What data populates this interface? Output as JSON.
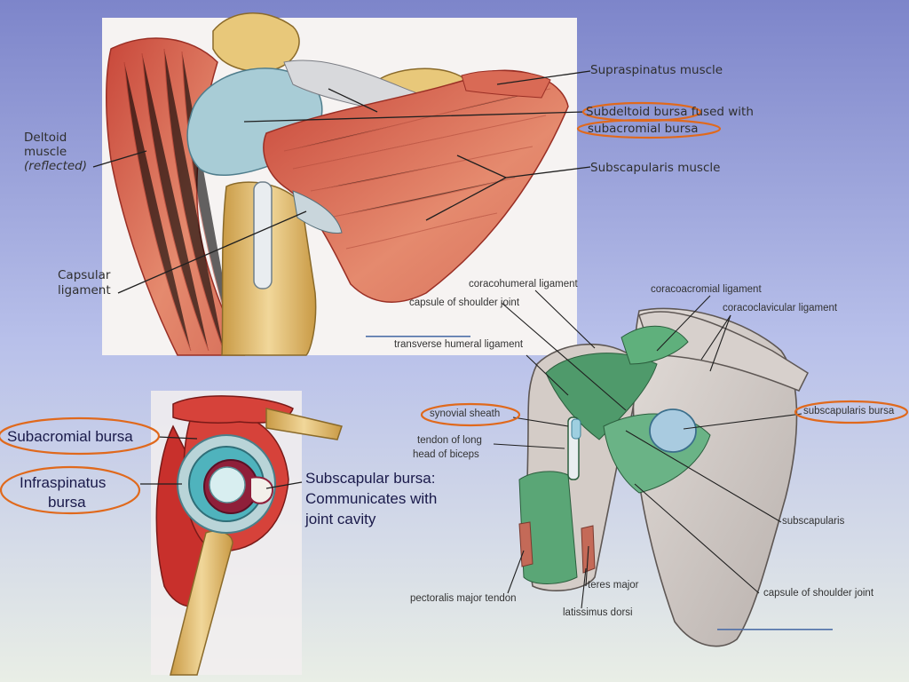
{
  "background": {
    "top": "#7f87cb",
    "bottom": "#e7ece6"
  },
  "accent": {
    "circle": "#e0691c"
  },
  "panel_top": {
    "labels": {
      "supraspinatus": "Supraspinatus muscle",
      "subdeltoid_1": "Subdeltoid bursa fused with",
      "subdeltoid_2": "subacromial bursa",
      "subscapularis": "Subscapularis muscle",
      "deltoid_1": "Deltoid",
      "deltoid_2": "muscle",
      "deltoid_3": "(reflected)",
      "capsular_1": "Capsular",
      "capsular_2": "ligament"
    }
  },
  "panel_bottom_left": {
    "labels": {
      "subacromial": "Subacromial bursa",
      "infraspinatus_1": "Infraspinatus",
      "infraspinatus_2": "bursa",
      "subscapular_1": "Subscapular bursa:",
      "subscapular_2": "Communicates with",
      "subscapular_3": "joint cavity"
    }
  },
  "panel_bottom_right": {
    "labels": {
      "coracohumeral": "coracohumeral ligament",
      "coracoacromial": "coracoacromial ligament",
      "capsule_top": "capsule of shoulder joint",
      "coracoclavicular": "coracoclavicular ligament",
      "transverse": "transverse humeral ligament",
      "synovial": "synovial sheath",
      "subscap_bursa": "subscapularis bursa",
      "tendon_1": "tendon of long",
      "tendon_2": "head of biceps",
      "subscapularis": "subscapularis",
      "capsule_bottom": "capsule of shoulder joint",
      "teres": "teres major",
      "pectoralis": "pectoralis major tendon",
      "latissimus": "latissimus dorsi"
    }
  }
}
